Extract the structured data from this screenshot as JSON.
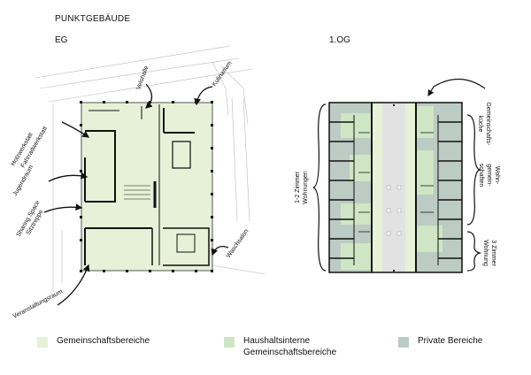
{
  "title": "PUNKTGEBÄUDE",
  "floors": {
    "left": "EG",
    "right": "1.OG"
  },
  "labels_eg": {
    "velohalle": "Velohalle",
    "kulinarium": "Kulinarium",
    "holzwerkstatt": "Holzwerkstatt",
    "fahrradwerkstatt": "Fahrradwerkstatt",
    "jugendraum": "Jugendraum",
    "sharing_space": "Sharing Space",
    "sitztreppe": "Sitztreppe",
    "waschsalon": "Waschsalon",
    "veranstaltungsraum": "Veranstaltungsraum"
  },
  "labels_og": {
    "zimmer_line1": "1-2 Zimmer",
    "zimmer_line2": "Wohnungen",
    "kueche_line1": "Gemeinschafts-",
    "kueche_line2": "küche",
    "wg_line1": "Wohn-",
    "wg_line2": "gemein-",
    "wg_line3": "schaften",
    "drei_line1": "3 Zimmer",
    "drei_line2": "Wohnung"
  },
  "legend": [
    {
      "line1": "Gemeinschaftsbereiche",
      "line2": "",
      "color": "#e6f1d8"
    },
    {
      "line1": "Haushaltsinterne",
      "line2": "Gemeinschaftsbereiche",
      "color": "#cfe6c4"
    },
    {
      "line1": "Private Bereiche",
      "line2": "",
      "color": "#bccbc4"
    }
  ]
}
